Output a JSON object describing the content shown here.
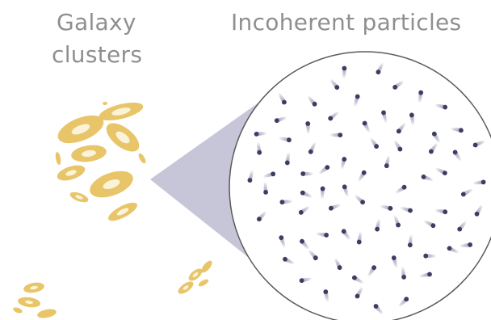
{
  "labels": {
    "galaxy_line_1": "Galaxy",
    "galaxy_line_2": "clusters",
    "particles": "Incoherent particles"
  },
  "colors": {
    "background": "#ffffff",
    "label_text": "#8f8f8f",
    "galaxy_fill": "#e8c569",
    "galaxy_light": "#f3dfa2",
    "galaxy_core": "#fbf3d9",
    "zoom_cone": "#c7c6d9",
    "circle_outline": "#5a5a5a",
    "particle_dark": "#3b3d62",
    "particle_trail": "#b9bbd3"
  },
  "icons": {
    "galaxy": "yellow-elliptical-galaxy",
    "particle": "blue-dot-with-motion-trail"
  },
  "particle_count": 80
}
